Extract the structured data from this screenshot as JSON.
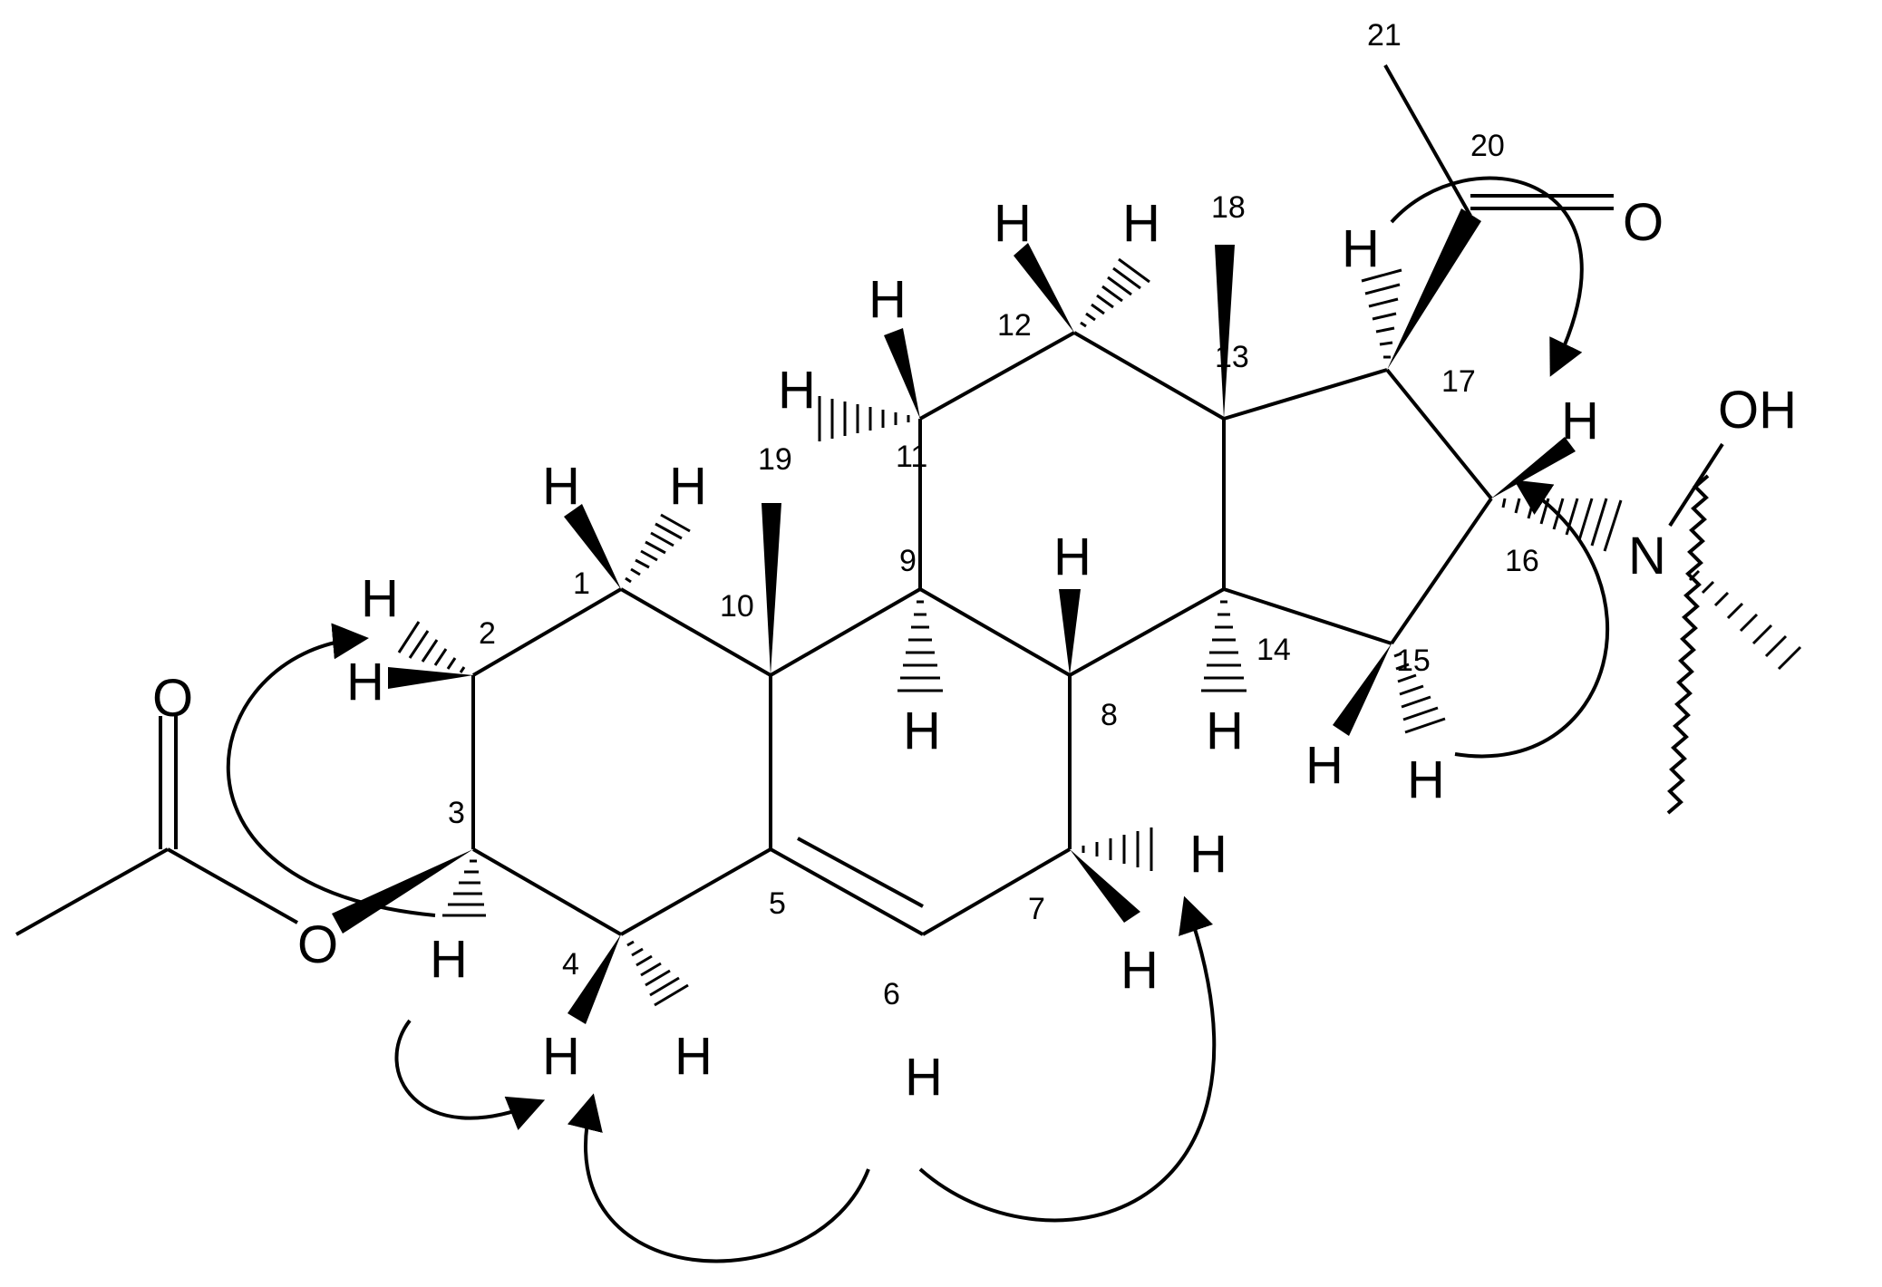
{
  "molecule": {
    "atom_labels": {
      "O_acetyl_carbonyl": "O",
      "O_ester": "O",
      "O_ketone": "O",
      "N": "N",
      "OH": "OH",
      "H": "H"
    },
    "locants": [
      "1",
      "2",
      "3",
      "4",
      "5",
      "6",
      "7",
      "8",
      "9",
      "10",
      "11",
      "12",
      "13",
      "14",
      "15",
      "16",
      "17",
      "18",
      "19",
      "20",
      "21"
    ]
  }
}
